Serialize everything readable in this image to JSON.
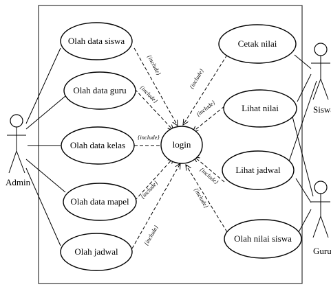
{
  "actors": {
    "admin": "Admin",
    "siswa": "Siswa",
    "guru": "Guru"
  },
  "use_cases": {
    "olah_data_siswa": "Olah data siswa",
    "olah_data_guru": "Olah data guru",
    "olah_data_kelas": "Olah data kelas",
    "olah_data_mapel": "Olah data mapel",
    "olah_jadwal": "Olah jadwal",
    "login": "login",
    "cetak_nilai": "Cetak nilai",
    "lihat_nilai": "Lihat nilai",
    "lihat_jadwal": "Lihat jadwal",
    "olah_nilai_siswa": "Olah nilai siswa"
  },
  "relations": {
    "include": "{include}",
    "include_italic": "{include}"
  }
}
